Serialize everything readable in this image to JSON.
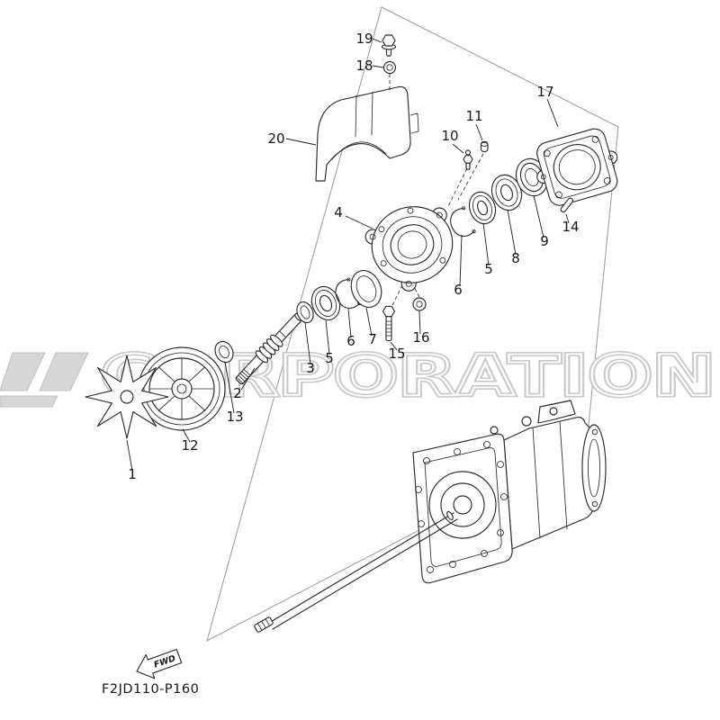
{
  "watermark": {
    "text": "CORPORATION",
    "color": "#c9c9c9"
  },
  "footer": {
    "part_code": "F2JD110-P160",
    "fwd_label": "FWD"
  },
  "callouts": [
    {
      "id": "19",
      "label": "19"
    },
    {
      "id": "18",
      "label": "18"
    },
    {
      "id": "20",
      "label": "20"
    },
    {
      "id": "17",
      "label": "17"
    },
    {
      "id": "11",
      "label": "11"
    },
    {
      "id": "10",
      "label": "10"
    },
    {
      "id": "4",
      "label": "4"
    },
    {
      "id": "14",
      "label": "14"
    },
    {
      "id": "9",
      "label": "9"
    },
    {
      "id": "8",
      "label": "8"
    },
    {
      "id": "5-right",
      "label": "5"
    },
    {
      "id": "6-right",
      "label": "6"
    },
    {
      "id": "16",
      "label": "16"
    },
    {
      "id": "15",
      "label": "15"
    },
    {
      "id": "7",
      "label": "7"
    },
    {
      "id": "6-left",
      "label": "6"
    },
    {
      "id": "5-left",
      "label": "5"
    },
    {
      "id": "3",
      "label": "3"
    },
    {
      "id": "2",
      "label": "2"
    },
    {
      "id": "13",
      "label": "13"
    },
    {
      "id": "12",
      "label": "12"
    },
    {
      "id": "1",
      "label": "1"
    }
  ],
  "colors": {
    "background": "#ffffff",
    "line": "#2b2b2b",
    "watermark": "#c9c9c9",
    "frame": "#9a9a9a"
  }
}
